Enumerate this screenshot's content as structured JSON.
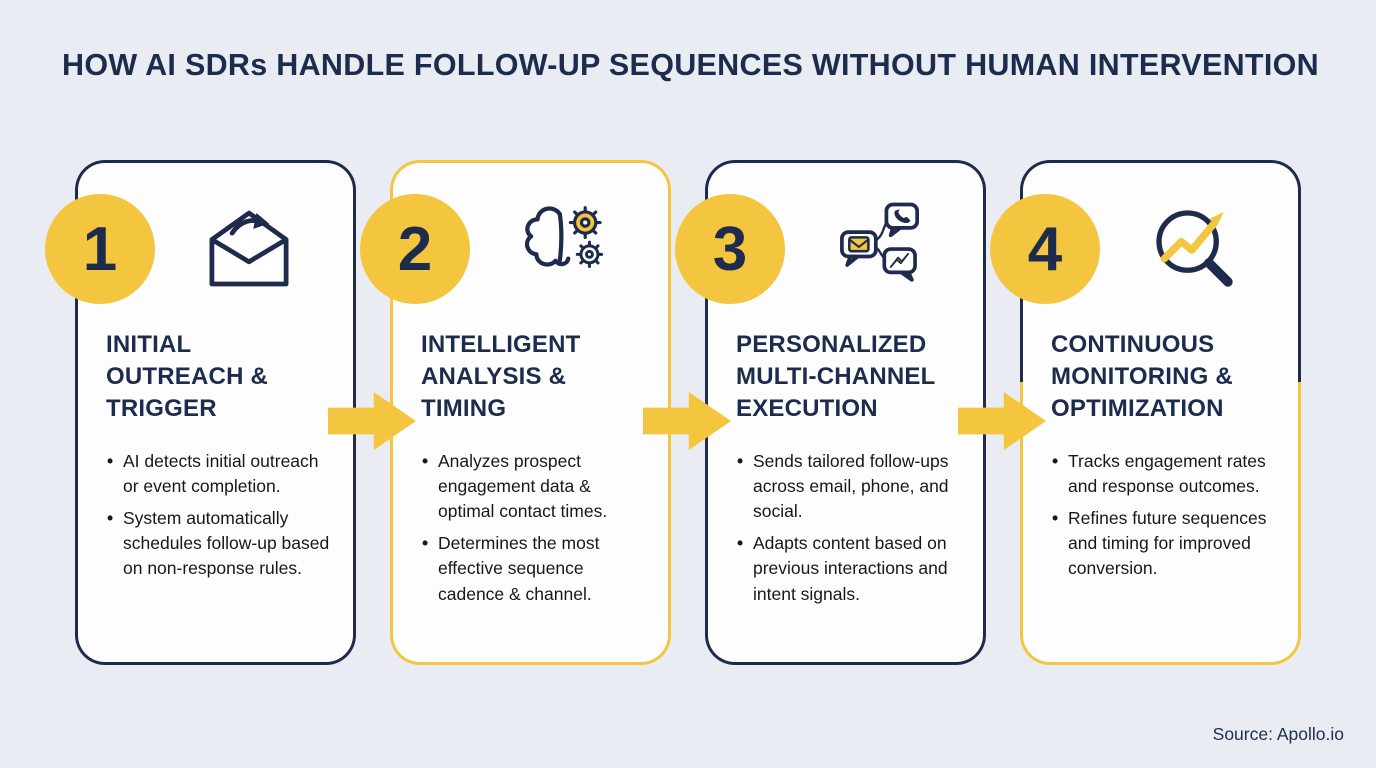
{
  "page": {
    "title": "HOW AI SDRs HANDLE FOLLOW-UP SEQUENCES WITHOUT HUMAN INTERVENTION",
    "source": "Source: Apollo.io"
  },
  "colors": {
    "background": "#E9EDF3",
    "navy": "#1E2B4C",
    "accent_yellow": "#F4C63F",
    "card_background": "#FDFDFE",
    "body_text": "#17181C"
  },
  "steps": [
    {
      "number": "1",
      "icon": "envelope-arrow-icon",
      "title": "INITIAL OUTREACH & TRIGGER",
      "bullets": [
        "AI detects initial outreach or event completion.",
        "System automatically schedules follow-up based on non-response rules."
      ]
    },
    {
      "number": "2",
      "icon": "brain-gears-icon",
      "title": "INTELLIGENT ANALYSIS & TIMING",
      "bullets": [
        "Analyzes prospect engagement data & optimal contact times.",
        "Determines the most effective sequence cadence & channel."
      ]
    },
    {
      "number": "3",
      "icon": "multi-channel-chat-icon",
      "title": "PERSONALIZED MULTI-CHANNEL EXECUTION",
      "bullets": [
        "Sends tailored follow-ups across email, phone, and social.",
        "Adapts content based on previous interactions and intent signals."
      ]
    },
    {
      "number": "4",
      "icon": "magnifier-growth-icon",
      "title": "CONTINUOUS MONITORING & OPTIMIZATION",
      "bullets": [
        "Tracks engagement rates and response outcomes.",
        "Refines future sequences and timing for improved conversion."
      ]
    }
  ]
}
